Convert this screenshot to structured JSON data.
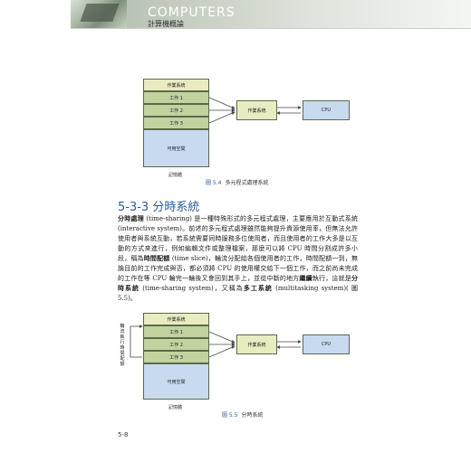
{
  "header": {
    "title_en": "COMPUTERS",
    "title_zh": "計算機概論"
  },
  "figure_54": {
    "caption_num": "圖 5.4",
    "caption_text": "多元程式處理系統",
    "memory_blocks": [
      "作業系統",
      "工作 1",
      "工作 2",
      "工作 3",
      "可用空間"
    ],
    "memory_label": "記憶體",
    "os_box": "作業系統",
    "cpu_box": "CPU"
  },
  "section": {
    "number_title": "5-3-3  分時系統",
    "paragraph": {
      "term1": "分時處理",
      "p1": " (time-sharing) 是一種特殊形式的多元程式處理，主要應用於互動式系統 (interactive system)。前述的多元程式處理雖然能夠提升資源使用率，但無法允許使用者與系統互動，若系統需要同時服務多位使用者，而且使用者的工作大多是以互動的方式來進行，例如編輯文件或整理檔案，那麼可以將 CPU 時間分割成許多小段，稱為",
      "term2": "時間配額",
      "p2": " (time slice)，輪流分配給各個使用者的工作，時間配額一到，無論目前的工作完成與否，都必須將 CPU 的使用權交給下一個工作，而之前尚未完成的工作在等 CPU 輪完一輪後又會回到其手上，並從中斷的地方",
      "term3": "繼續",
      "p3": "執行，這就是",
      "term4": "分時系統",
      "p4": " (time-sharing system)，又稱為",
      "term5": "多工系統",
      "p5": " (multitasking system)( 圖 5.5)。"
    }
  },
  "figure_55": {
    "caption_num": "圖 5.5",
    "caption_text": "分時系統",
    "memory_blocks": [
      "作業系統",
      "工作 1",
      "工作 2",
      "工作 3",
      "可用空間"
    ],
    "memory_label": "記憶體",
    "os_box": "作業系統",
    "cpu_box": "CPU",
    "side_note": "輪流執行時間配額"
  },
  "page_number": "5-8"
}
